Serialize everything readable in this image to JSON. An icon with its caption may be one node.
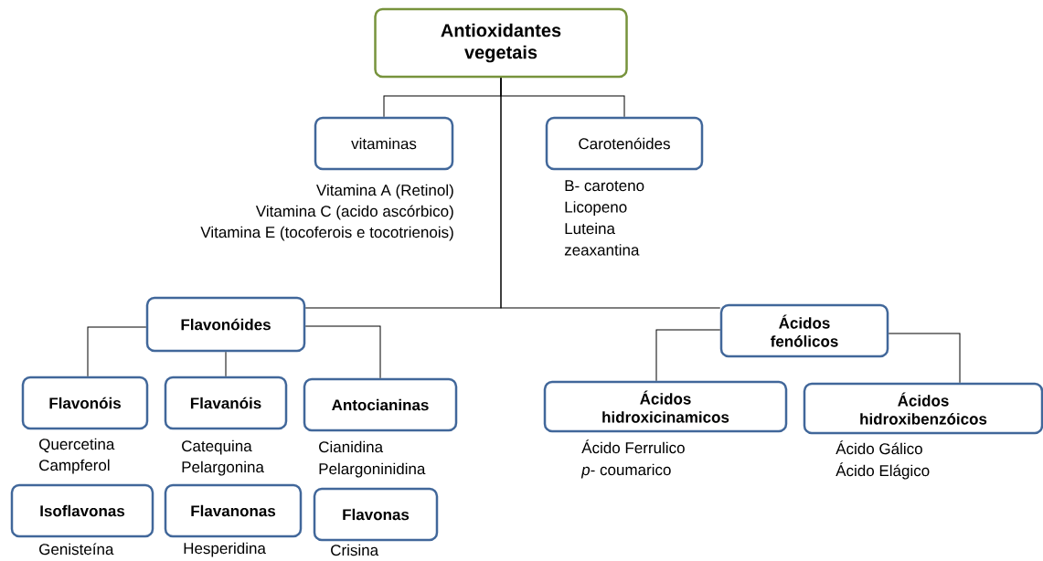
{
  "diagram": {
    "nodes": [
      {
        "text": [
          "Antioxidantes vegetais"
        ]
      },
      {
        "text": [
          "vitaminas"
        ],
        "beside": [
          "Vitamina A (Retinol)",
          "Vitamina C (acido ascórbico)",
          "Vitamina E (tocoferois e tocotrienois)"
        ]
      },
      {
        "text": [
          "Carotenóides"
        ],
        "beside": [
          "B- caroteno",
          "Licopeno",
          "Luteina",
          "zeaxantina"
        ]
      },
      {
        "text": [
          "Flavonóides"
        ]
      },
      {
        "text": [
          "Ácidos fenólicos"
        ]
      },
      {
        "text": [
          "Flavonóis"
        ],
        "beside": [
          "Quercetina",
          "Campferol"
        ]
      },
      {
        "text": [
          "Flavanóis"
        ],
        "beside": [
          "Catequina",
          "Pelargonina"
        ]
      },
      {
        "text": [
          "Antocianinas"
        ],
        "beside": [
          "Cianidina",
          "Pelargoninidina"
        ]
      },
      {
        "text": [
          "Ácidos hidroxicinamicos"
        ],
        "beside": [
          "Ácido Ferrulico",
          "*p*- coumarico"
        ]
      },
      {
        "text": [
          "Ácidos hidroxibenzóicos"
        ],
        "beside": [
          "Ácido Gálico",
          "Ácido Elágico"
        ]
      },
      {
        "text": [
          "Isoflavonas"
        ],
        "beside": [
          "Genisteína"
        ]
      },
      {
        "text": [
          "Flavanonas"
        ],
        "beside": [
          "Hesperidina"
        ]
      },
      {
        "text": [
          "Flavonas"
        ],
        "beside": [
          "Crisina"
        ]
      }
    ],
    "edges": [
      {
        "from": 0,
        "to": 1,
        "arrow": "none"
      },
      {
        "from": 0,
        "to": 2,
        "arrow": "none"
      },
      {
        "from": 0,
        "to": 3,
        "arrow": "none"
      },
      {
        "from": 0,
        "to": 4,
        "arrow": "none"
      },
      {
        "from": 3,
        "to": 5,
        "arrow": "none"
      },
      {
        "from": 3,
        "to": 6,
        "arrow": "none"
      },
      {
        "from": 3,
        "to": 7,
        "arrow": "none"
      },
      {
        "from": 4,
        "to": 8,
        "arrow": "none"
      },
      {
        "from": 4,
        "to": 9,
        "arrow": "none"
      }
    ]
  }
}
